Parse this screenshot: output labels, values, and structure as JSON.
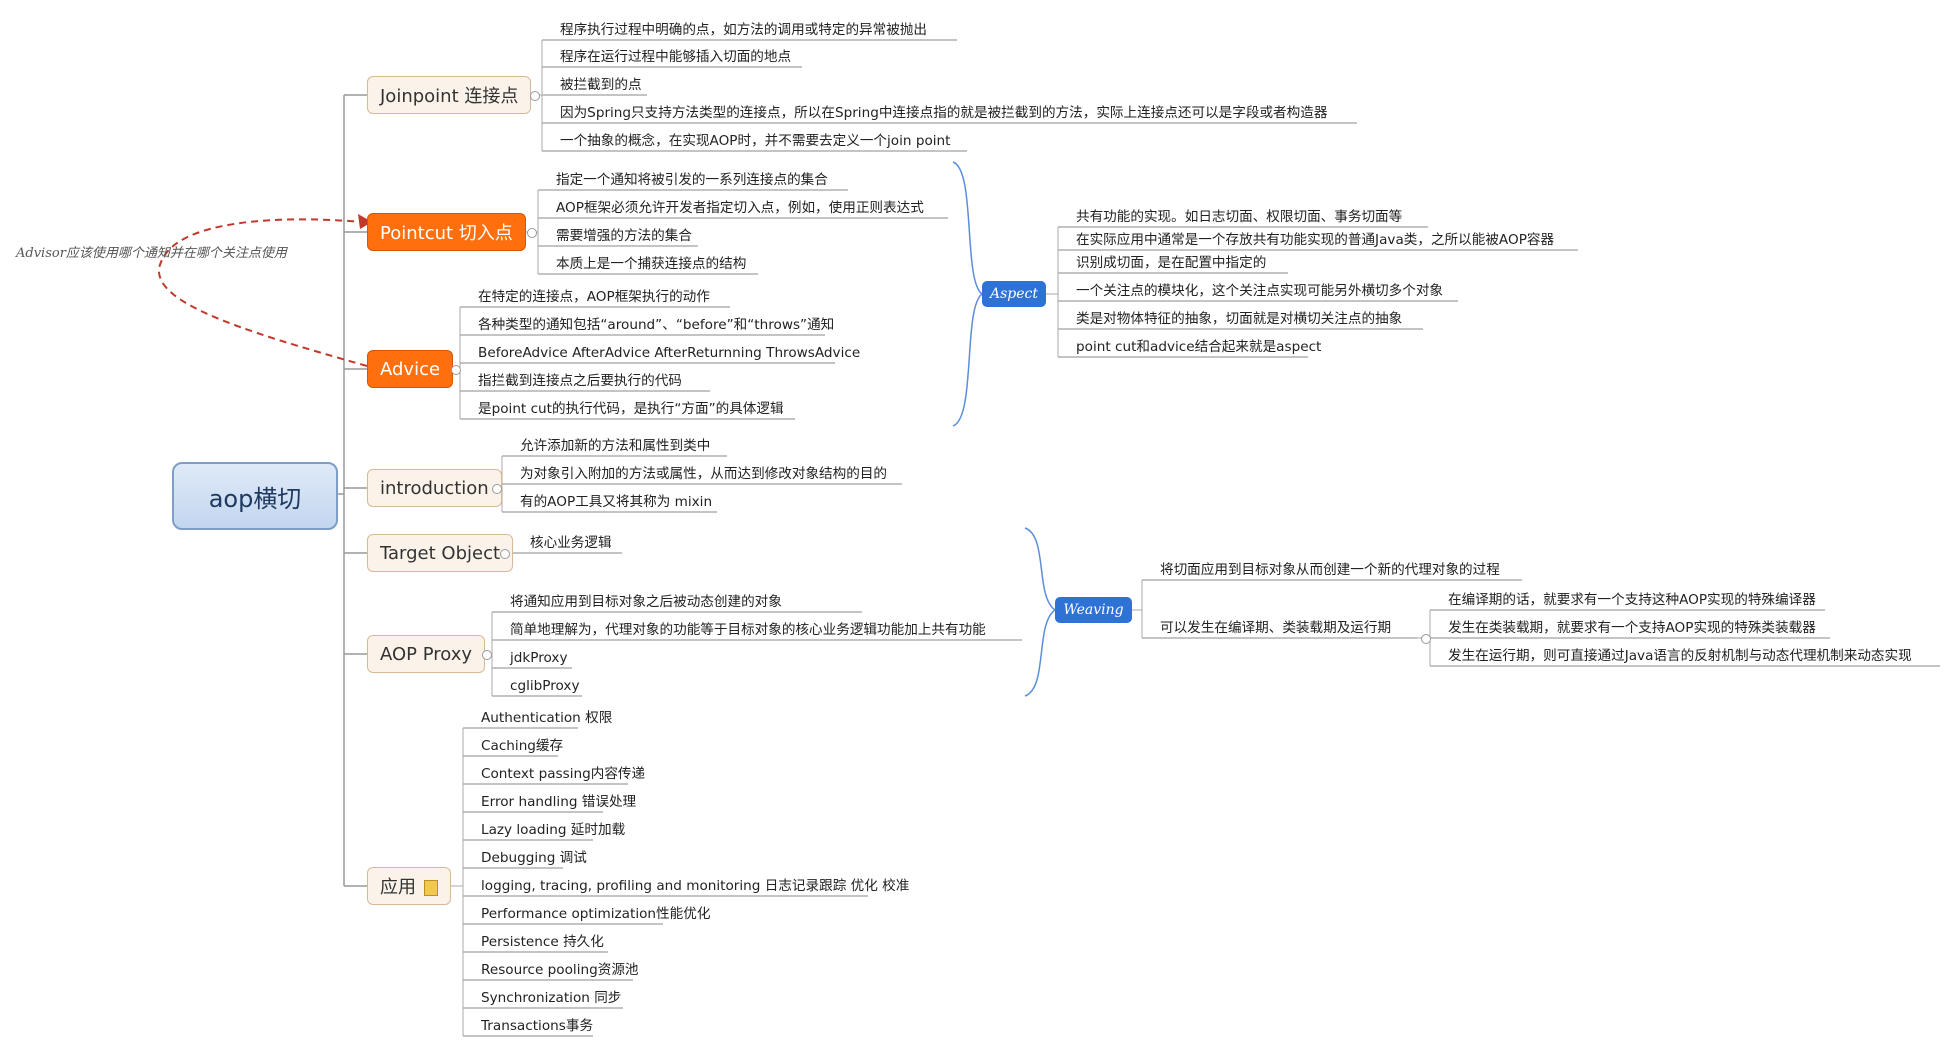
{
  "root": "aop横切",
  "annotation": "Advisor应该使用哪个通知并在哪个关注点使用",
  "joinpoint": {
    "label": "Joinpoint 连接点",
    "items": [
      "程序执行过程中明确的点，如方法的调用或特定的异常被抛出",
      "程序在运行过程中能够插入切面的地点",
      "被拦截到的点",
      "因为Spring只支持方法类型的连接点，所以在Spring中连接点指的就是被拦截到的方法，实际上连接点还可以是字段或者构造器",
      "一个抽象的概念，在实现AOP时，并不需要去定义一个join point"
    ]
  },
  "pointcut": {
    "label": "Pointcut 切入点",
    "items": [
      "指定一个通知将被引发的一系列连接点的集合",
      "AOP框架必须允许开发者指定切入点，例如，使用正则表达式",
      "需要增强的方法的集合",
      "本质上是一个捕获连接点的结构"
    ]
  },
  "advice": {
    "label": "Advice",
    "items": [
      "在特定的连接点，AOP框架执行的动作",
      "各种类型的通知包括“around”、“before”和“throws”通知",
      "BeforeAdvice AfterAdvice AfterReturnning ThrowsAdvice",
      "指拦截到连接点之后要执行的代码",
      "是point cut的执行代码，是执行“方面”的具体逻辑"
    ]
  },
  "aspect": {
    "label": "Aspect",
    "items": [
      "共有功能的实现。如日志切面、权限切面、事务切面等",
      "在实际应用中通常是一个存放共有功能实现的普通Java类，之所以能被AOP容器",
      "识别成切面，是在配置中指定的",
      "一个关注点的模块化，这个关注点实现可能另外横切多个对象",
      "类是对物体特征的抽象，切面就是对横切关注点的抽象",
      "point cut和advice结合起来就是aspect"
    ]
  },
  "introduction": {
    "label": "introduction",
    "items": [
      "允许添加新的方法和属性到类中",
      "为对象引入附加的方法或属性，从而达到修改对象结构的目的",
      "有的AOP工具又将其称为 mixin"
    ]
  },
  "target": {
    "label": "Target Object",
    "items": [
      "核心业务逻辑"
    ]
  },
  "proxy": {
    "label": "AOP Proxy",
    "items": [
      "将通知应用到目标对象之后被动态创建的对象",
      "简单地理解为，代理对象的功能等于目标对象的核心业务逻辑功能加上共有功能",
      "jdkProxy",
      "cglibProxy"
    ]
  },
  "weaving": {
    "label": "Weaving",
    "items": [
      "将切面应用到目标对象从而创建一个新的代理对象的过程",
      "可以发生在编译期、类装载期及运行期"
    ],
    "sub": [
      "在编译期的话，就要求有一个支持这种AOP实现的特殊编译器",
      "发生在类装载期，就要求有一个支持AOP实现的特殊类装载器",
      "发生在运行期，则可直接通过Java语言的反射机制与动态代理机制来动态实现"
    ]
  },
  "apps": {
    "label": "应用",
    "items": [
      "Authentication 权限",
      "Caching缓存",
      "Context passing内容传递",
      "Error handling 错误处理",
      "Lazy loading 延时加载",
      "Debugging 调试",
      "logging, tracing, profiling and monitoring 日志记录跟踪 优化 校准",
      "Performance optimization性能优化",
      "Persistence 持久化",
      "Resource pooling资源池",
      "Synchronization 同步",
      "Transactions事务"
    ]
  },
  "colors": {
    "accent": "#ff6f0e",
    "blue": "#2f72d6",
    "dashed": "#c0392b"
  }
}
